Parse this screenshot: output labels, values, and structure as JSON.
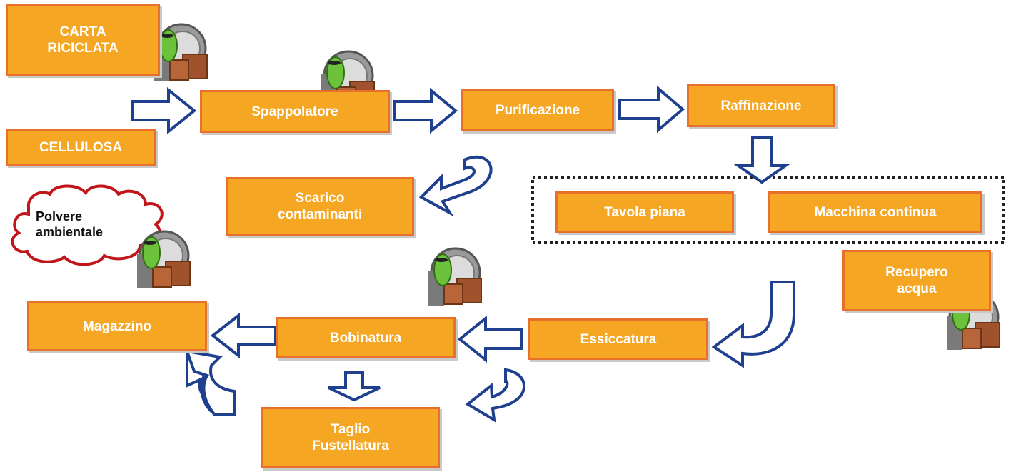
{
  "colors": {
    "box_fill": "#f5a623",
    "box_border": "#e8702a",
    "arrow_stroke": "#1f3f8f",
    "cloud_stroke": "#c0161b"
  },
  "inputs": {
    "carta": "CARTA\nRICICLATA",
    "cellulosa": "CELLULOSA"
  },
  "steps": {
    "spappolatore": "Spappolatore",
    "purificazione": "Purificazione",
    "raffinazione": "Raffinazione",
    "scarico": "Scarico\ncontaminanti",
    "tavola": "Tavola piana",
    "macchina": "Macchina continua",
    "recupero": "Recupero\nacqua",
    "essiccatura": "Essiccatura",
    "bobinatura": "Bobinatura",
    "magazzino": "Magazzino",
    "taglio": "Taglio\nFustellatura"
  },
  "cloud": {
    "text": "Polvere\nambientale"
  },
  "icons": [
    "worker-icon",
    "worker-icon",
    "worker-icon",
    "worker-icon",
    "worker-icon"
  ]
}
